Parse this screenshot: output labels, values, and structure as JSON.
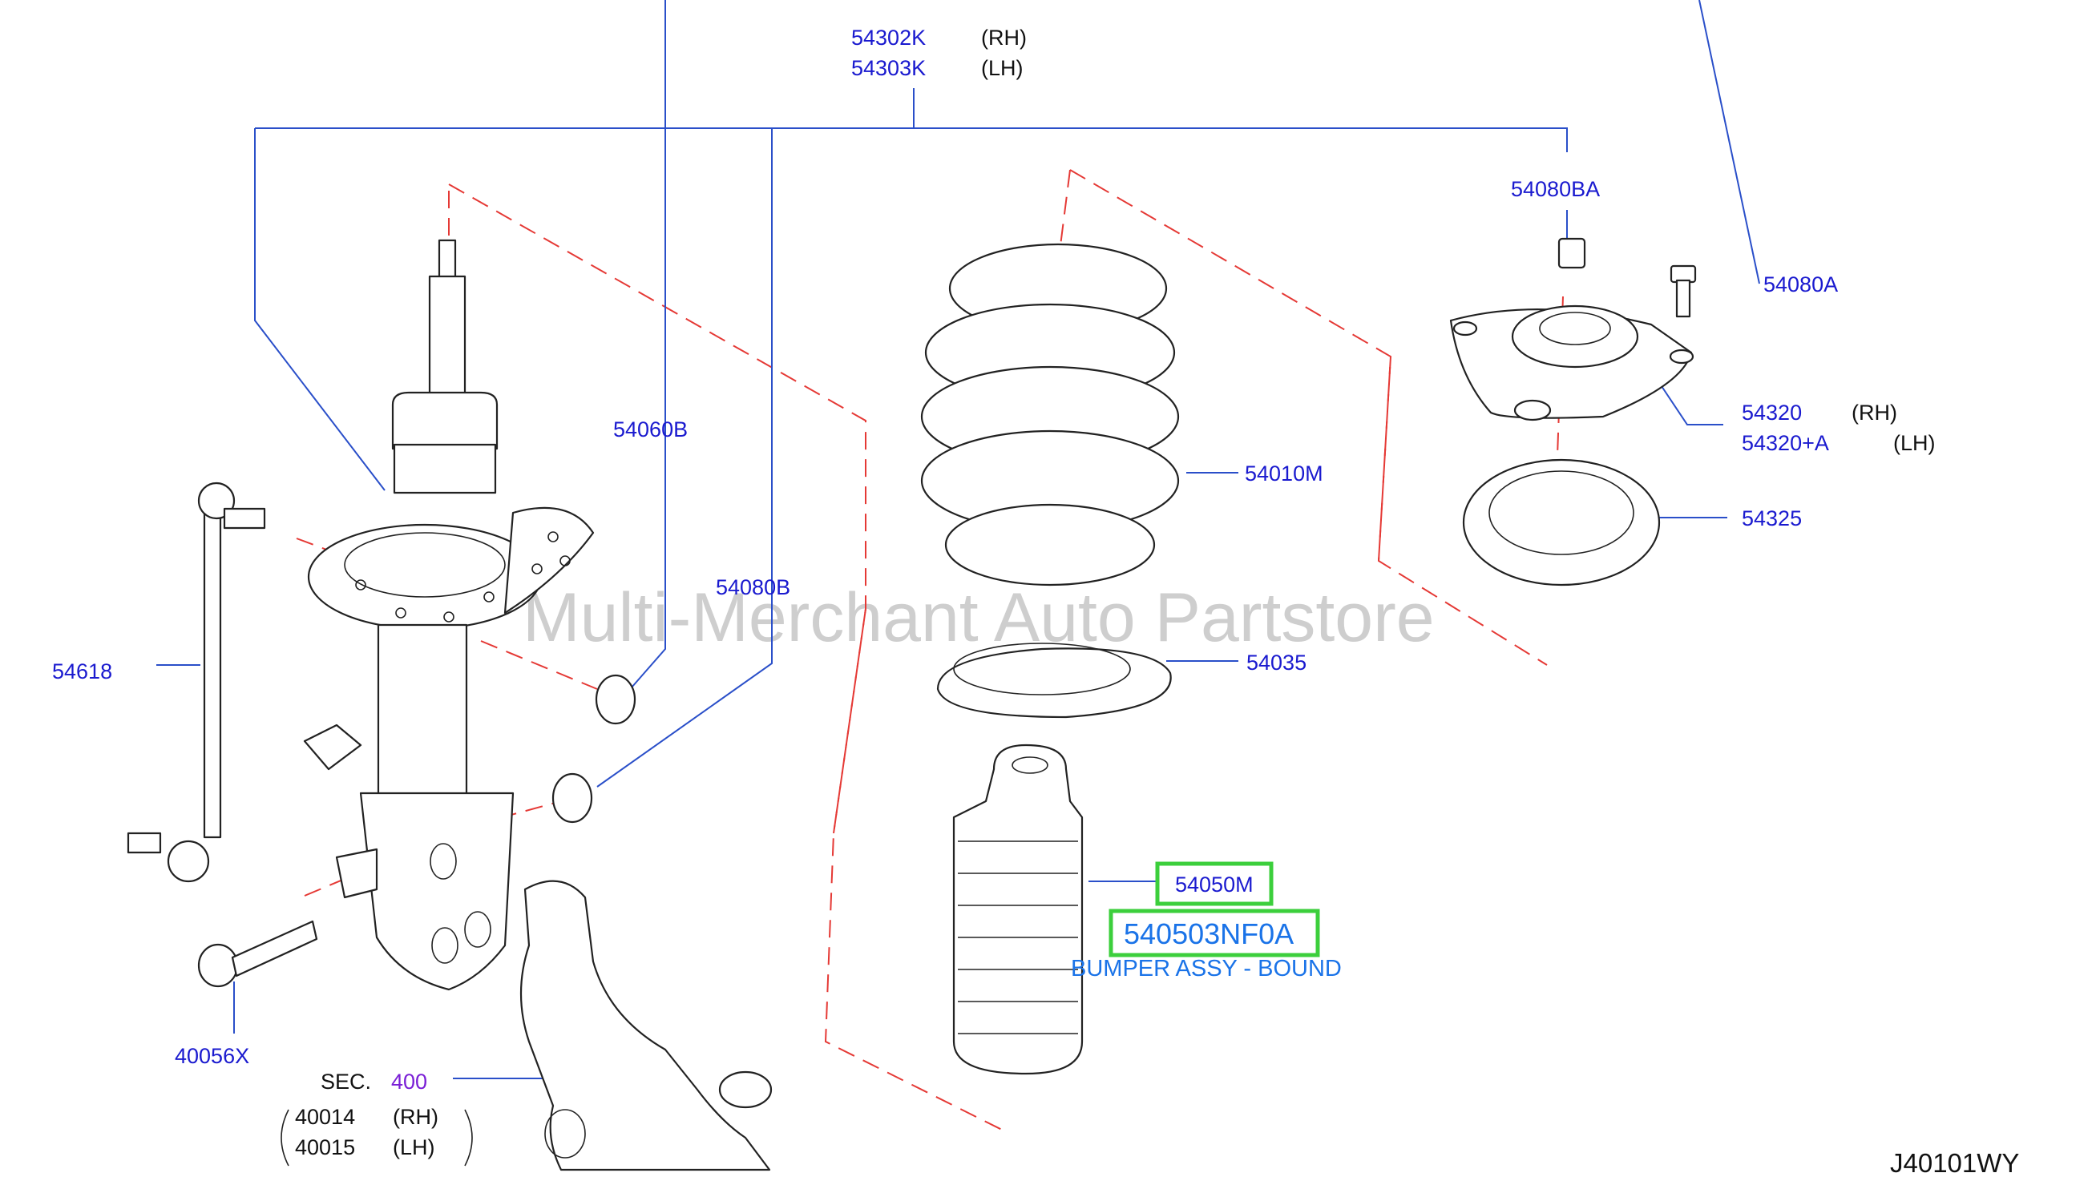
{
  "diagram_code": "J40101WY",
  "watermark": "Multi-Merchant Auto Partstore",
  "labels": {
    "strut_rh": "54302K",
    "strut_rh_side": "(RH)",
    "strut_lh": "54303K",
    "strut_lh_side": "(LH)",
    "nut_54080BA": "54080BA",
    "bolt_54080A": "54080A",
    "mount_rh": "54320",
    "mount_rh_side": "(RH)",
    "mount_lh": "54320+A",
    "mount_lh_side": "(LH)",
    "bearing": "54325",
    "spring": "54010M",
    "nut_54060B": "54060B",
    "nut_54080B": "54080B",
    "stabilizer_link": "54618",
    "seat": "54035",
    "bumper": "54050M",
    "bumper_part_number": "540503NF0A",
    "bumper_desc": "BUMPER ASSY - BOUND",
    "bolt_40056X": "40056X",
    "sec_label": "SEC.",
    "sec_number": "400",
    "knuckle_rh": "40014",
    "knuckle_rh_side": "(RH)",
    "knuckle_lh": "40015",
    "knuckle_lh_side": "(LH)"
  },
  "colors": {
    "label_blue": "#1a1acf",
    "leader_blue": "#2a4fc9",
    "dash_red": "#e53935",
    "highlight_green": "#3ccf3c",
    "highlight_text": "#1a73e8",
    "sec_purple": "#7a1fd6"
  }
}
